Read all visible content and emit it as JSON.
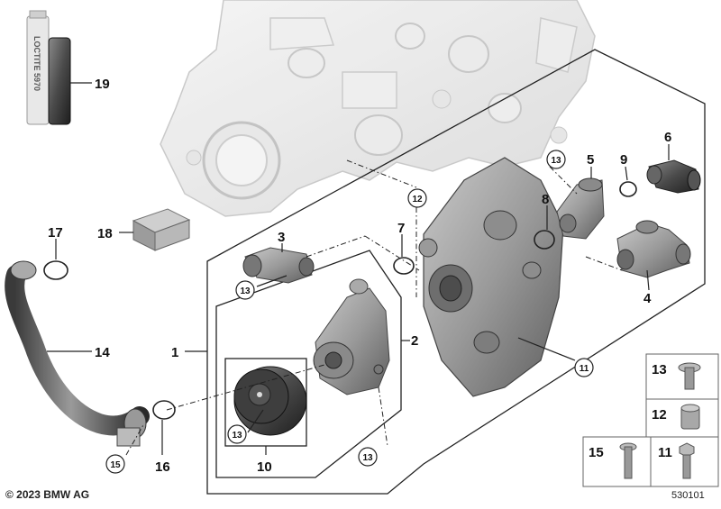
{
  "diagram": {
    "copyright": "© 2023 BMW AG",
    "diagram_number": "530101",
    "tube_label": "LOCTITE 5970",
    "callouts": [
      {
        "id": "c19",
        "text": "19"
      },
      {
        "id": "c18",
        "text": "18"
      },
      {
        "id": "c17",
        "text": "17"
      },
      {
        "id": "c14",
        "text": "14"
      },
      {
        "id": "c1",
        "text": "1"
      },
      {
        "id": "c2",
        "text": "2"
      },
      {
        "id": "c3",
        "text": "3"
      },
      {
        "id": "c4",
        "text": "4"
      },
      {
        "id": "c5",
        "text": "5"
      },
      {
        "id": "c6",
        "text": "6"
      },
      {
        "id": "c7",
        "text": "7"
      },
      {
        "id": "c8",
        "text": "8"
      },
      {
        "id": "c9",
        "text": "9"
      },
      {
        "id": "c10",
        "text": "10"
      },
      {
        "id": "c16",
        "text": "16"
      }
    ],
    "circled_callouts": [
      {
        "id": "r13a",
        "text": "13"
      },
      {
        "id": "r12",
        "text": "12"
      },
      {
        "id": "r13b",
        "text": "13"
      },
      {
        "id": "r11",
        "text": "11"
      },
      {
        "id": "r13c",
        "text": "13"
      },
      {
        "id": "r13d",
        "text": "13"
      },
      {
        "id": "r15",
        "text": "15"
      }
    ],
    "legend": [
      {
        "id": "l13",
        "text": "13"
      },
      {
        "id": "l12",
        "text": "12"
      },
      {
        "id": "l15",
        "text": "15"
      },
      {
        "id": "l11",
        "text": "11"
      }
    ]
  }
}
